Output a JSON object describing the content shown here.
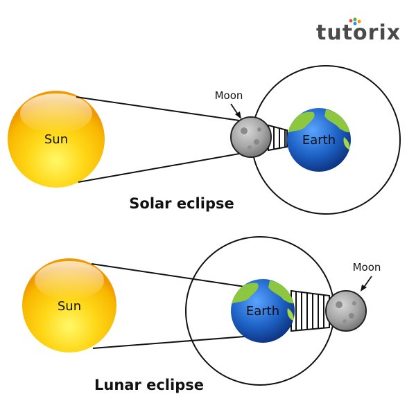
{
  "brand": {
    "logo_text": "tutorix",
    "dot_colors": [
      "#e84c3d",
      "#4caf50",
      "#2196f3",
      "#ff9800"
    ]
  },
  "solar": {
    "sun_label": "Sun",
    "moon_label": "Moon",
    "earth_label": "Earth",
    "caption": "Solar eclipse"
  },
  "lunar": {
    "sun_label": "Sun",
    "moon_label": "Moon",
    "earth_label": "Earth",
    "caption": "Lunar eclipse"
  },
  "colors": {
    "sun_core": "#fff36b",
    "sun_edge": "#f5a400",
    "earth_ocean": "#1f5fbf",
    "earth_land": "#8dc63f",
    "moon": "#9a9a9a"
  }
}
